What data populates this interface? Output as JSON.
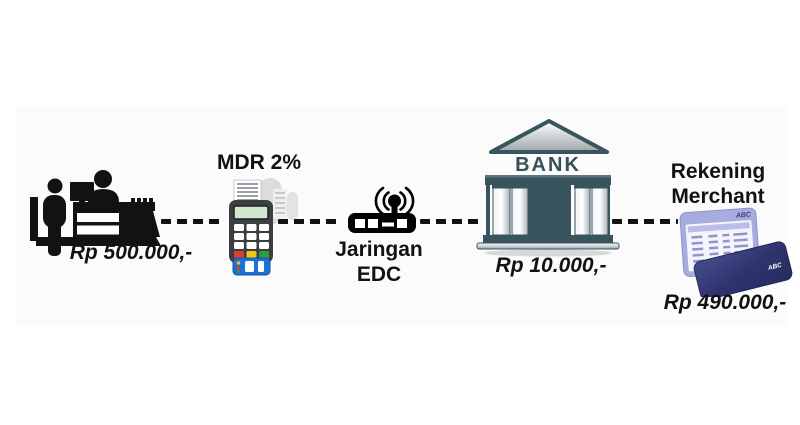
{
  "flow": {
    "sale": {
      "amount": "Rp 500.000,-"
    },
    "mdr": {
      "label": "MDR 2%"
    },
    "network": {
      "line1": "Jaringan",
      "line2": "EDC"
    },
    "bank": {
      "sign": "BANK",
      "fee": "Rp 10.000,-"
    },
    "account": {
      "line1": "Rekening",
      "line2": "Merchant",
      "amount": "Rp 490.000,-",
      "brand": "ABC"
    }
  },
  "icons": {
    "cashier": "cashier-counter-icon",
    "edc": "edc-terminal-icon",
    "network": "wireless-router-icon",
    "bank": "bank-building-icon",
    "account": "statement-and-card-icon"
  },
  "colors": {
    "text": "#121212",
    "panel_bg": "#fbfbfb",
    "bank_slate": "#3a545e",
    "column_silver": "#c3c9cd",
    "card_navy": "#2e336e",
    "statement_lavender": "#a6acdd",
    "edc_body": "#3b3f42",
    "edc_screen": "#cde7cf",
    "inserted_card_blue": "#1d71d6",
    "key_red": "#e03c31",
    "key_yellow": "#f5c518",
    "key_green": "#2e9e44"
  }
}
